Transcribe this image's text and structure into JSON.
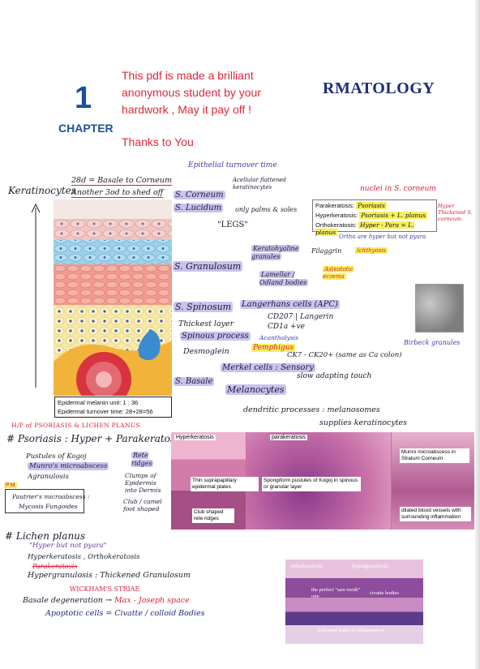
{
  "chapter": {
    "number": "1",
    "label": "CHAPTER"
  },
  "header": {
    "promo_line1": "This pdf is made a brilliant",
    "promo_line2": "anonymous student  by your",
    "promo_line3": "hardwork , May it pay off !",
    "thanks": "Thanks to You",
    "title": "RMATOLOGY"
  },
  "colors": {
    "accent_blue": "#1c4f9c",
    "promo_red": "#e0283a",
    "title_navy": "#1d2c77",
    "highlight_purple": "#c9c3ef",
    "highlight_yellow": "#f7ef5c",
    "note_pink": "#d6203a"
  },
  "keratinocyte": {
    "label": "Keratinocytes",
    "line1": "28d = Basale to Corneum",
    "line2": "Another 3od to shed off",
    "epithelial": "Epithelial turnover time"
  },
  "layers": {
    "corneum": "S. Corneum",
    "corneum_note": "Acellular flattened keratinocytes",
    "lucidum": "S. Lucidum",
    "lucidum_note": "only palms & soles",
    "legs": "\"LEGS\"",
    "granulosum": "S. Granulosum",
    "keratohyaline": "Keratohyaline granules",
    "filaggrin": "Filaggrin",
    "ichthyosis": "Ichthyosis",
    "lamellar": "Lamellar / Odland bodies",
    "asteatotic": "Asteatotic eczema",
    "spinosum": "S. Spinosum",
    "langerhans": "Langerhans cells (APC)",
    "cd207": "CD207 | Langerin",
    "cd1a": "CD1a +ve",
    "thickest": "Thickest layer",
    "spinous": "Spinous process",
    "acantholysis": "Acantholysis",
    "desmoglein": "Desmoglein",
    "pemphigus": "Pemphigus",
    "ck7": "CK7 - CK20+ (same as Ca colon)",
    "basale": "S. Basale",
    "merkel": "Merkel cells : Sensory",
    "slow_touch": "slow adapting touch",
    "melanocytes": "Melanocytes",
    "dendritic": "dendritic processes : melanosomes",
    "supplies": "supplies keratinocytes",
    "birbeck": "Birbeck granules"
  },
  "epidermis_box": {
    "melanin_unit": "Epidermal melanin unit:  1 : 36",
    "turnover": "Epidermal turnover time: 28+28=56"
  },
  "nuclei_note": "nuclei in S. corneum",
  "kerat_table": {
    "rows": [
      {
        "label": "Parakeratosis:",
        "value": "Psoriasis"
      },
      {
        "label": "Hyperkeratosis:",
        "value": "Psoriasis + L. planus"
      },
      {
        "label": "Orthokeratosis:",
        "value": "Hyper - Para = L. planus"
      }
    ],
    "side_note": "Hyper Thickened S. corneum",
    "footer": "Ortho are hyper but not pyara"
  },
  "psoriasis_section": {
    "banner": "H/P of PSORIASIS & LICHEN PLANUS",
    "title": "# Psoriasis : Hyper + Parakeratosis",
    "items": [
      "Pustules of Kogoj",
      "Munro's microabscess",
      "Agranulosis"
    ],
    "rete": "Rete ridges",
    "clumps": "Clumps of Epidermis into Dermis",
    "club": "Club / camel foot shaped",
    "pm_label": "P.M",
    "pm_text1": "Pautrier's microabscess :",
    "pm_text2": "Mycosis Fungoides"
  },
  "histo1": {
    "labels": {
      "hyperkeratosis": "Hyperkeratosis",
      "parakeratosis": "parakeratosis",
      "munro": "Munro microabscess in Stratum Corneum",
      "thin": "Thin suprapapillary epidermal plates",
      "spongiform": "Spongiform pustules of Kogoj in spinous or granular layer",
      "club": "Club shaped rete ridges",
      "dilated": "dilated blood vessels with surrounding inflammation"
    }
  },
  "lichen": {
    "title": "# Lichen planus",
    "quote": "\"Hyper but not pyara\"",
    "l1": "Hyperkeratosis , Orthokeratosis",
    "l1b": "Parakeratosis",
    "l2": "Hypergranulosis : Thickened Granulosum",
    "wickham": "WICKHAM'S STRIAE",
    "l3": "Basale degeneration",
    "l3b": "Max - Joseph space",
    "l4": "Apoptotic cells = Civatte / colloid Bodies"
  },
  "histo2": {
    "labels": {
      "ortho": "orthokeratosis",
      "hyper": "hypergranulosis",
      "perfect": "the perfect \"saw-tooth\" rete",
      "civatte": "civatte bodies",
      "band": "lichenoid band of inflammation"
    }
  }
}
